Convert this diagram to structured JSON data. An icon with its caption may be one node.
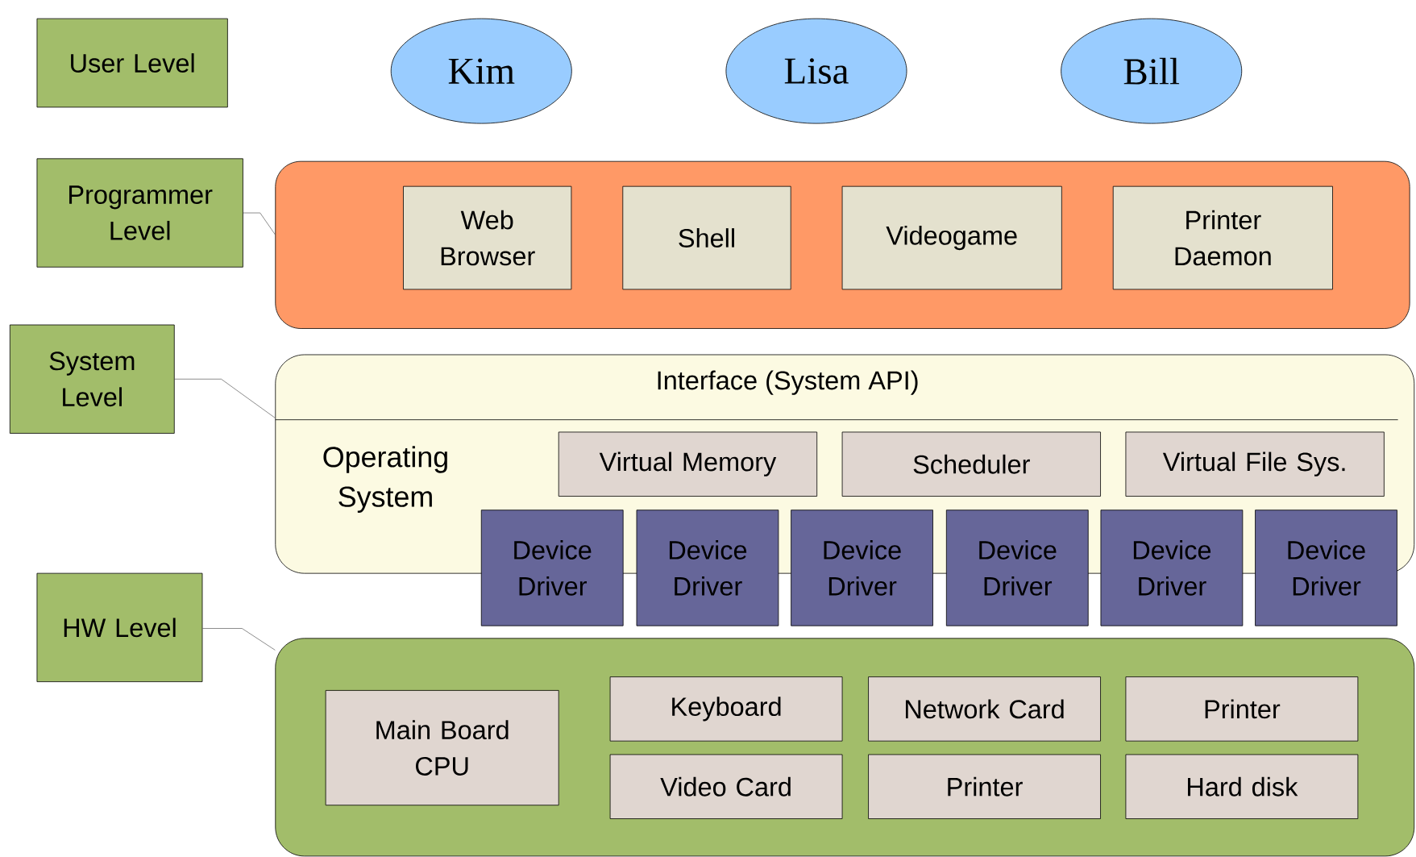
{
  "diagram": {
    "nodes": [
      {
        "text": [
          "User Level"
        ]
      },
      {
        "text": [
          "Kim"
        ]
      },
      {
        "text": [
          "Lisa"
        ]
      },
      {
        "text": [
          "Bill"
        ]
      },
      {
        "text": [
          "Programmer Level"
        ]
      },
      {
        "text": [],
        "shape": "box"
      },
      {
        "text": [
          "Web Browser"
        ],
        "in": 5
      },
      {
        "text": [
          "Shell"
        ],
        "in": 5
      },
      {
        "text": [
          "Videogame"
        ],
        "in": 5
      },
      {
        "text": [
          "Printer Daemon"
        ],
        "in": 5
      },
      {
        "text": [
          "System Level"
        ]
      },
      {
        "text": [
          "Interface (System API)",
          "Operating System"
        ]
      },
      {
        "text": [
          "Virtual Memory"
        ],
        "in": 11
      },
      {
        "text": [
          "Scheduler"
        ],
        "in": 11
      },
      {
        "text": [
          "Virtual File Sys."
        ],
        "in": 11
      },
      {
        "text": [
          "Device Driver"
        ]
      },
      {
        "text": [
          "Device Driver"
        ]
      },
      {
        "text": [
          "Device Driver"
        ]
      },
      {
        "text": [
          "Device Driver"
        ]
      },
      {
        "text": [
          "Device Driver"
        ]
      },
      {
        "text": [
          "Device Driver"
        ]
      },
      {
        "text": [
          "HW Level"
        ]
      },
      {
        "text": [],
        "shape": "box"
      },
      {
        "text": [
          "Main Board CPU"
        ],
        "in": 22
      },
      {
        "text": [
          "Keyboard"
        ],
        "in": 22
      },
      {
        "text": [
          "Network Card"
        ],
        "in": 22
      },
      {
        "text": [
          "Printer"
        ],
        "in": 22
      },
      {
        "text": [
          "Video Card"
        ],
        "in": 22
      },
      {
        "text": [
          "Printer"
        ],
        "in": 22
      },
      {
        "text": [
          "Hard disk"
        ],
        "in": 22
      }
    ],
    "edges": [
      {
        "from": 4,
        "to": 5,
        "arrow": "none"
      },
      {
        "from": 10,
        "to": 11,
        "arrow": "none"
      },
      {
        "from": 21,
        "to": 22,
        "arrow": "none"
      }
    ]
  }
}
